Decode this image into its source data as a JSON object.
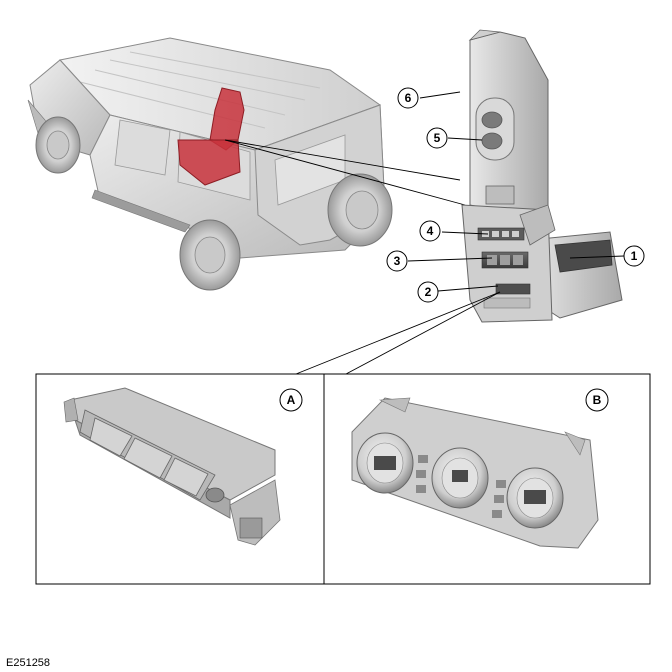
{
  "figure_id": "E251258",
  "callouts": {
    "c1": "1",
    "c2": "2",
    "c3": "3",
    "c4": "4",
    "c5": "5",
    "c6": "6"
  },
  "panels": {
    "a": "A",
    "b": "B"
  },
  "colors": {
    "highlight": "#c8333c",
    "body": "#d6d6d6",
    "outline": "#555555"
  }
}
